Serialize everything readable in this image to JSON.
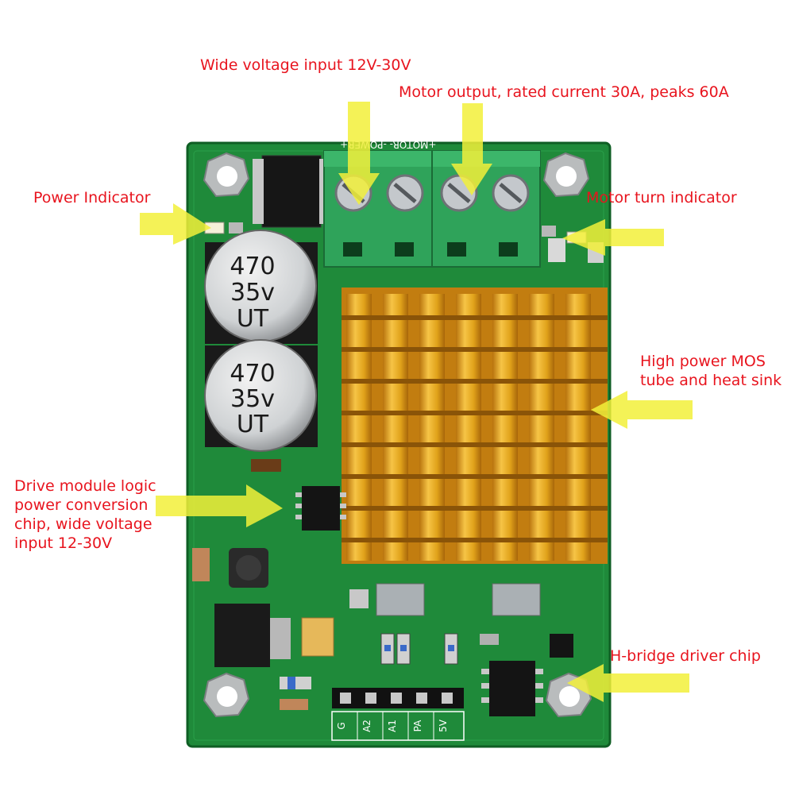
{
  "annotations": {
    "wide_voltage": "Wide voltage input 12V-30V",
    "motor_output": "Motor output, rated current 30A, peaks 60A",
    "power_indicator": "Power Indicator",
    "motor_turn_indicator": "Motor turn indicator",
    "mos_heat_sink": "High power MOS\ntube and heat sink",
    "logic_power_chip": "Drive module logic\npower conversion\nchip, wide voltage\ninput 12-30V",
    "h_bridge_chip": "H-bridge driver chip"
  },
  "board": {
    "terminal_silk": "+MOTOR-  -POWER+",
    "capacitor_1": {
      "line1": "470",
      "line2": "35v",
      "line3": "UT"
    },
    "capacitor_2": {
      "line1": "470",
      "line2": "35v",
      "line3": "UT"
    },
    "header_pins": [
      "G",
      "A2",
      "A1",
      "PA",
      "5V"
    ],
    "colors": {
      "pcb": "#1f8a3a",
      "heatsink": "#e0a21a",
      "terminal": "#2fa35a",
      "arrow": "#f2f03a",
      "label": "#e8141e"
    }
  }
}
